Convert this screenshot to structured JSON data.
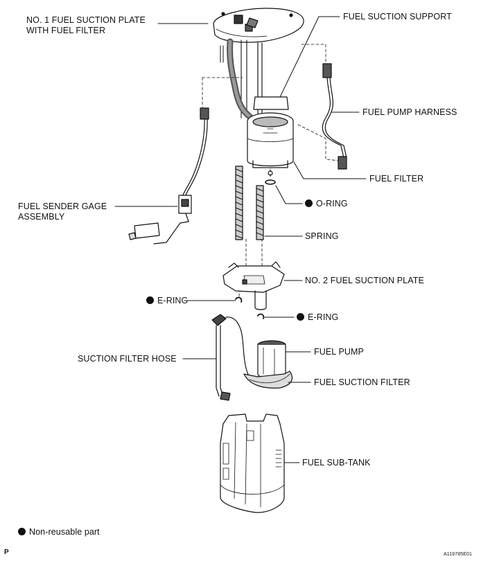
{
  "labels": {
    "suction_plate_1_line1": "NO. 1 FUEL SUCTION PLATE",
    "suction_plate_1_line2": "WITH FUEL FILTER",
    "suction_support": "FUEL SUCTION SUPPORT",
    "pump_harness": "FUEL PUMP HARNESS",
    "fuel_filter": "FUEL FILTER",
    "o_ring": "O-RING",
    "sender_gage_line1": "FUEL SENDER GAGE",
    "sender_gage_line2": "ASSEMBLY",
    "spring": "SPRING",
    "suction_plate_2": "NO. 2 FUEL SUCTION PLATE",
    "e_ring_left": "E-RING",
    "e_ring_right": "E-RING",
    "suction_filter_hose": "SUCTION FILTER HOSE",
    "fuel_pump": "FUEL PUMP",
    "fuel_suction_filter": "FUEL SUCTION FILTER",
    "fuel_sub_tank": "FUEL SUB-TANK"
  },
  "legend": {
    "text": "Non-reusable part"
  },
  "footer": {
    "code": "A119785E01",
    "corner_mark": "P"
  },
  "colors": {
    "ink": "#111111",
    "paper": "#ffffff"
  }
}
